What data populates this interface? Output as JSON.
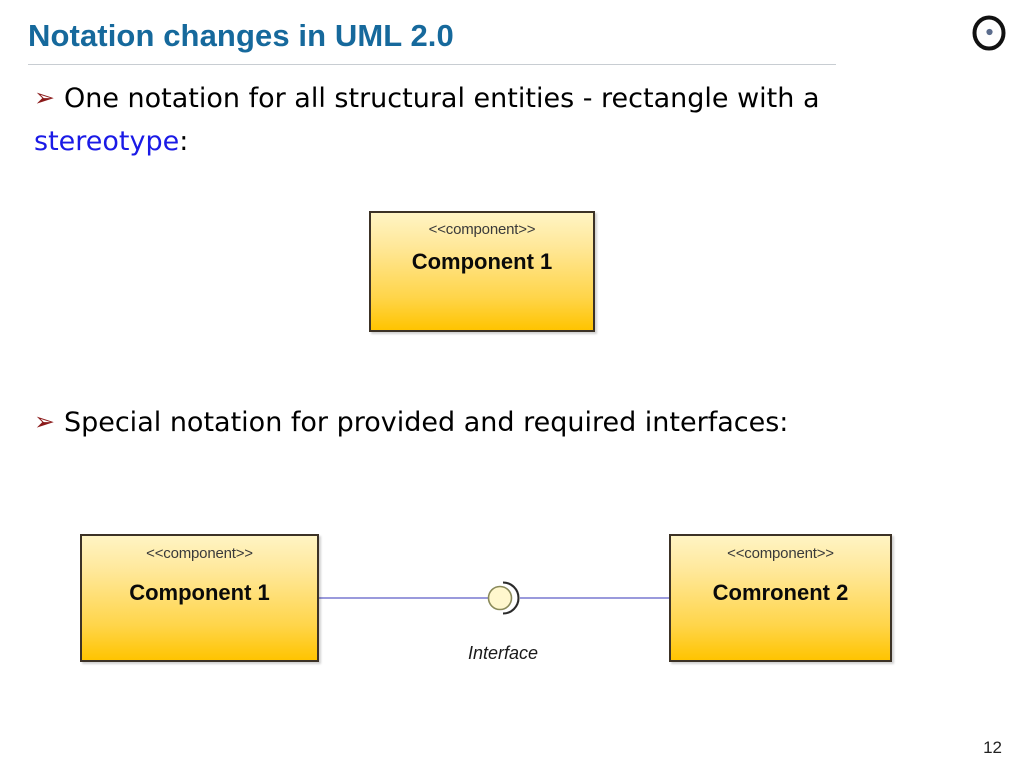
{
  "slide": {
    "title": "Notation changes in UML 2.0",
    "page_number": "12",
    "title_color": "#16699C",
    "logo_icon": "eye-circle-logo"
  },
  "bullets": [
    {
      "marker": "➢",
      "text_before": "One notation for all structural entities - rectangle with a ",
      "highlight": "stereotype",
      "highlight_color": "#1A1AE6",
      "text_after": ":"
    },
    {
      "marker": "➢",
      "text_before": "Special notation for provided and required interfaces:",
      "highlight": "",
      "text_after": ""
    }
  ],
  "diagram_single": {
    "box": {
      "stereotype": "<<component>>",
      "name": "Component 1",
      "fill_top": "#FFF4C4",
      "fill_bottom": "#FFC400",
      "border_color": "#3C3226"
    }
  },
  "diagram_interfaces": {
    "left_box": {
      "stereotype": "<<component>>",
      "name": "Component 1"
    },
    "right_box": {
      "stereotype": "<<component>>",
      "name": "Comronent 2"
    },
    "interface": {
      "label": "Interface",
      "ball_icon": "provided-interface-ball",
      "socket_icon": "required-interface-socket",
      "connector_color": "#9A9ADC",
      "ball_fill": "#FFF6C8"
    }
  }
}
